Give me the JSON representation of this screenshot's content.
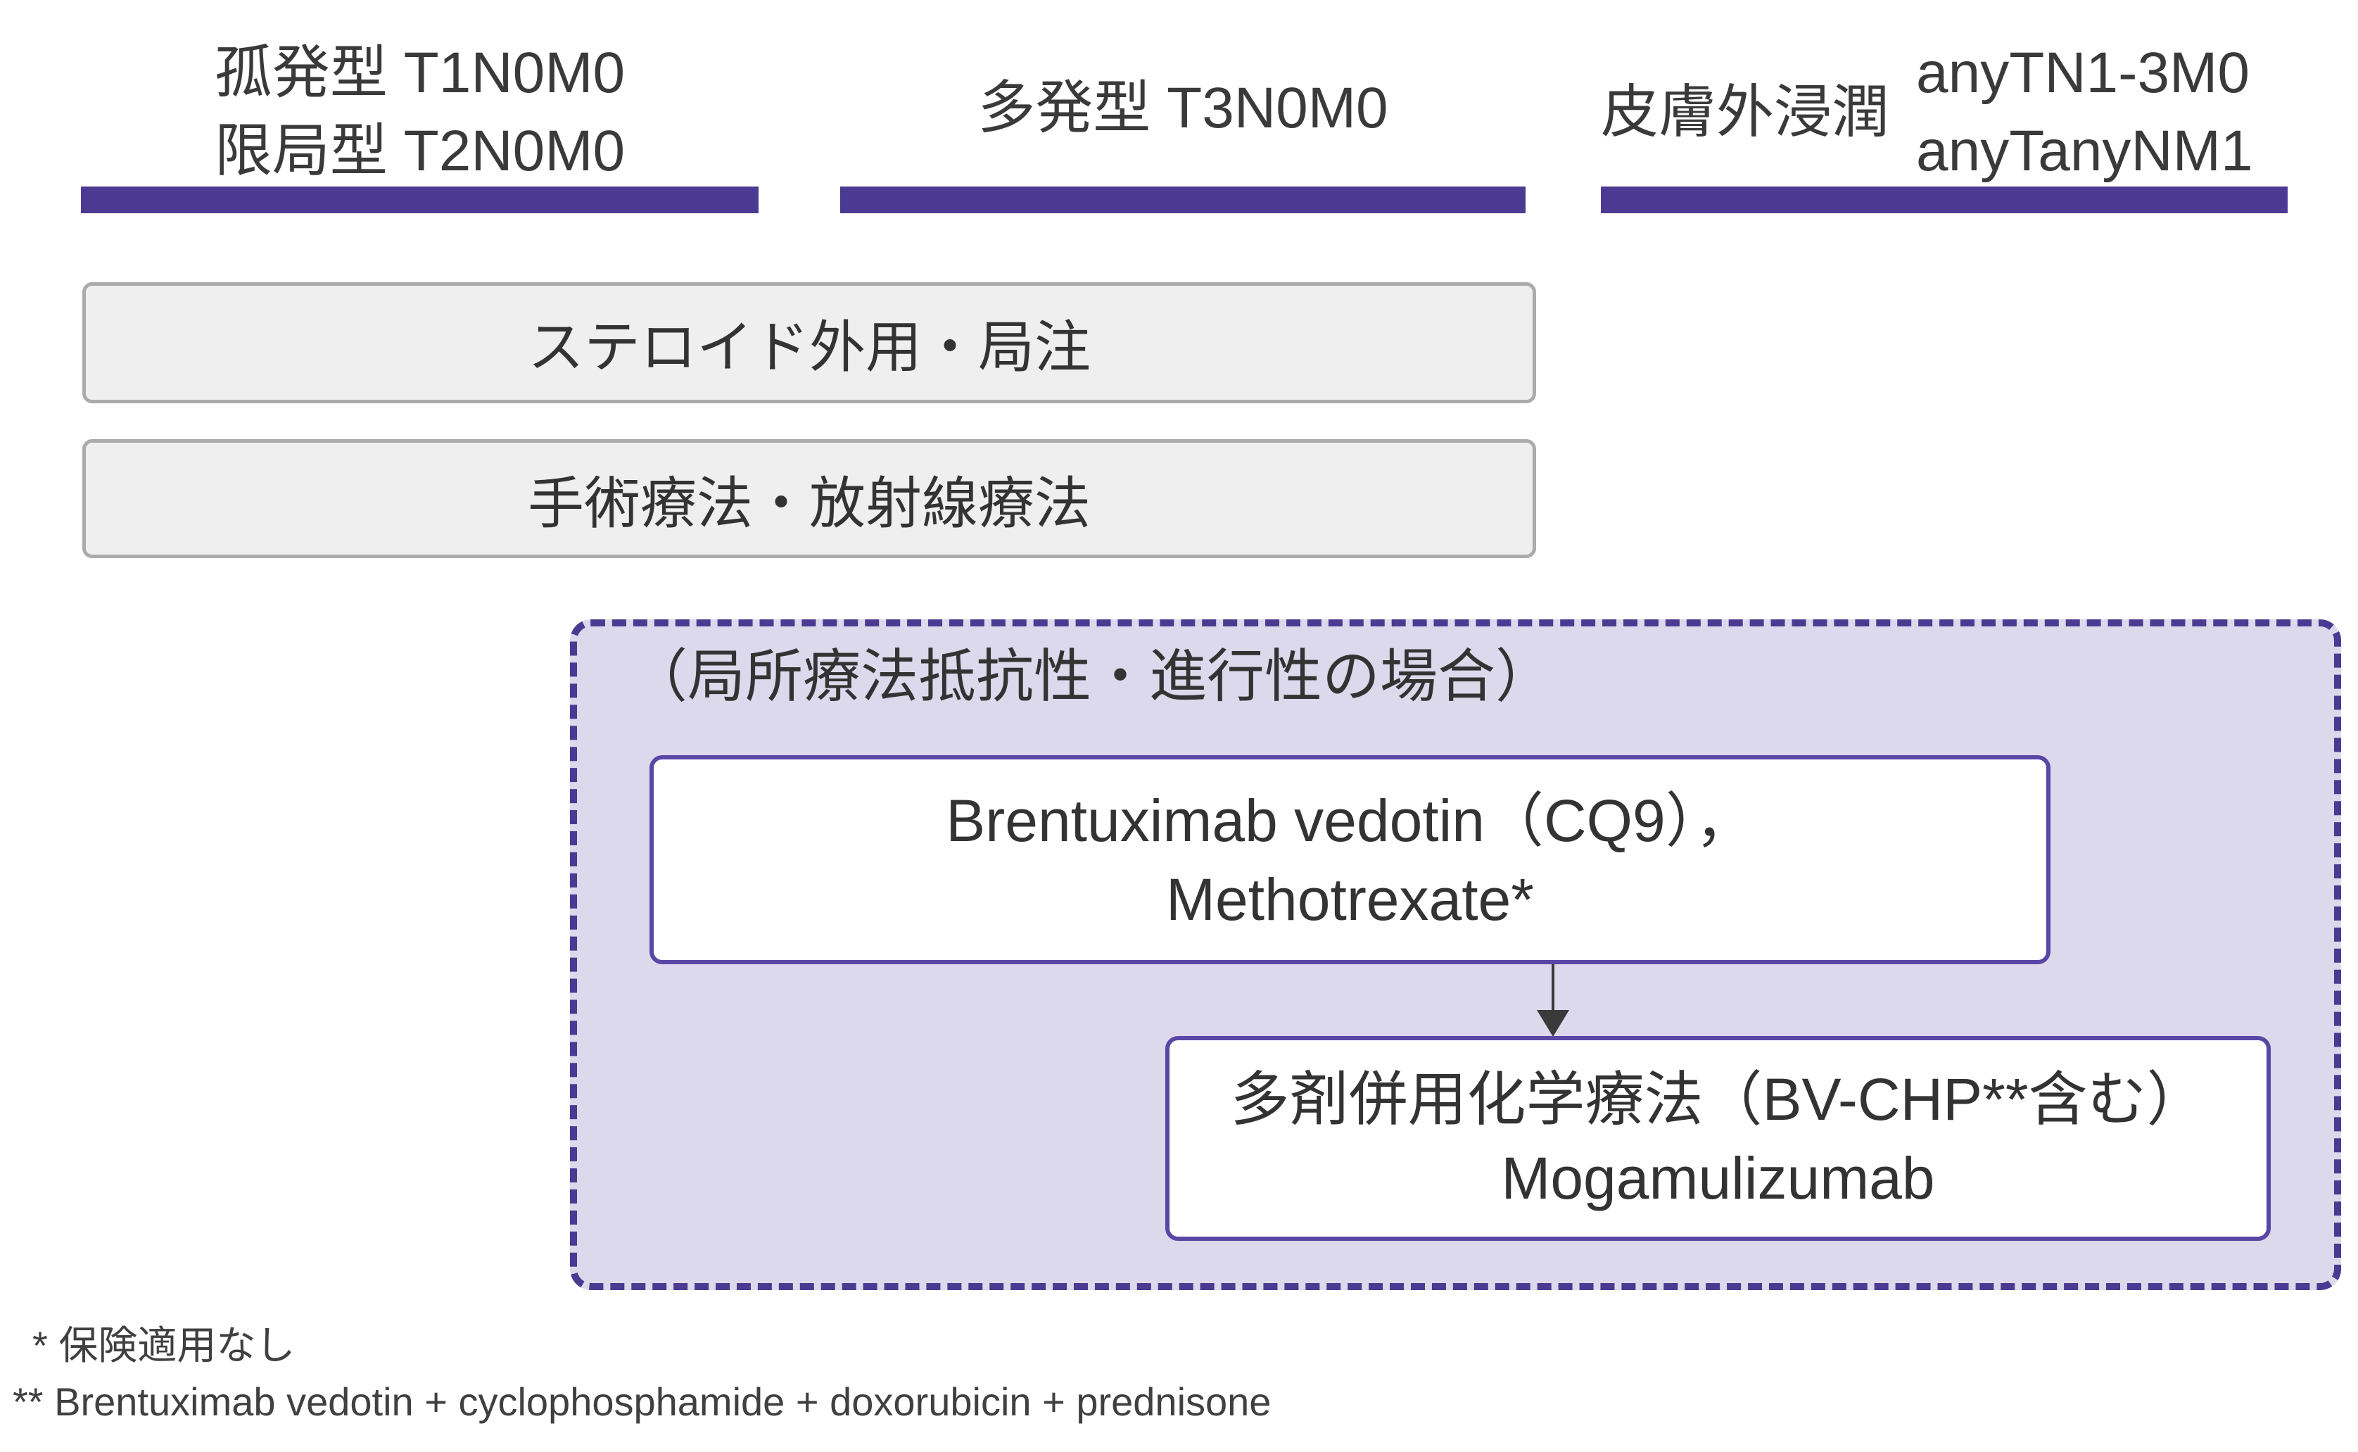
{
  "colors": {
    "accent": "#4b3a91",
    "wb_border": "#5a46a5",
    "panel_bg": "#dcd9ec",
    "gray_fill": "#efefef",
    "gray_border": "#ababab",
    "text": "#3a3a3a"
  },
  "header": {
    "col1": {
      "line1": "孤発型 T1N0M0",
      "line2": "限局型 T2N0M0"
    },
    "col2": {
      "line1": "多発型 T3N0M0"
    },
    "col3": {
      "label": "皮膚外浸潤",
      "line1": "anyTN1-3M0",
      "line2": "anyTanyNM1"
    }
  },
  "local_therapy": {
    "box1": "ステロイド外用・局注",
    "box2": "手術療法・放射線療法"
  },
  "systemic_panel": {
    "title": "（局所療法抵抗性・進行性の場合）",
    "first_line_box": {
      "line1": "Brentuximab vedotin（CQ9），",
      "line2": "Methotrexate*"
    },
    "second_line_box": {
      "line1": "多剤併用化学療法（BV-CHP**含む）",
      "line2": "Mogamulizumab"
    }
  },
  "footnotes": {
    "note1": "* 保険適用なし",
    "note2": "** Brentuximab vedotin + cyclophosphamide + doxorubicin + prednisone"
  }
}
